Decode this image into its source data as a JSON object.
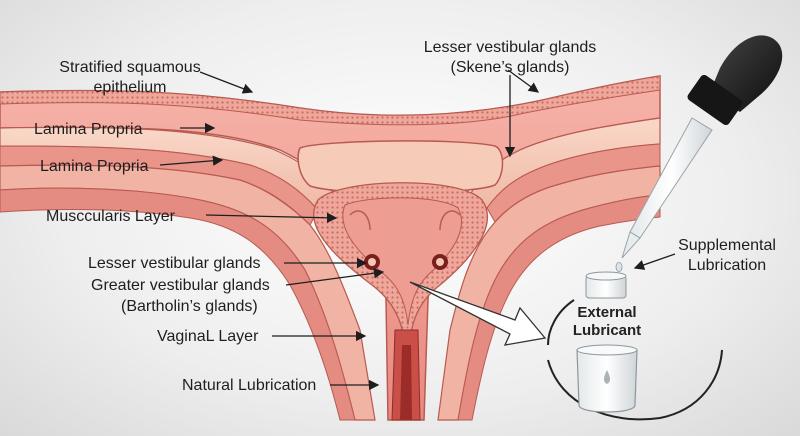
{
  "labels": {
    "stratified_line1": "Stratified squamous",
    "stratified_line2": "epithelium",
    "lamina_propria_1": "Lamina Propria",
    "lamina_propria_2": "Lamina Propria",
    "muscularis": "Musccularis Layer",
    "lesser_vestibular_left": "Lesser vestibular glands",
    "greater_vestibular": "Greater vestibular glands",
    "bartholins": "(Bartholin’s glands)",
    "vaginal_layer": "VaginaL Layer",
    "natural_lubrication": "Natural Lubrication",
    "lesser_vestibular_top_line1": "Lesser vestibular glands",
    "lesser_vestibular_top_line2": "(Skene’s glands)",
    "supplemental_line1": "Supplemental",
    "supplemental_line2": "Lubrication",
    "external_line1": "External",
    "external_line2": "Lubricant"
  },
  "colors": {
    "tissue_pink": "#f2a39a",
    "tissue_dark": "#c9665e",
    "mucosa_light": "#f6c6b4",
    "dropper_bulb": "#1c1c1c",
    "label_text": "#1e1e1e"
  }
}
